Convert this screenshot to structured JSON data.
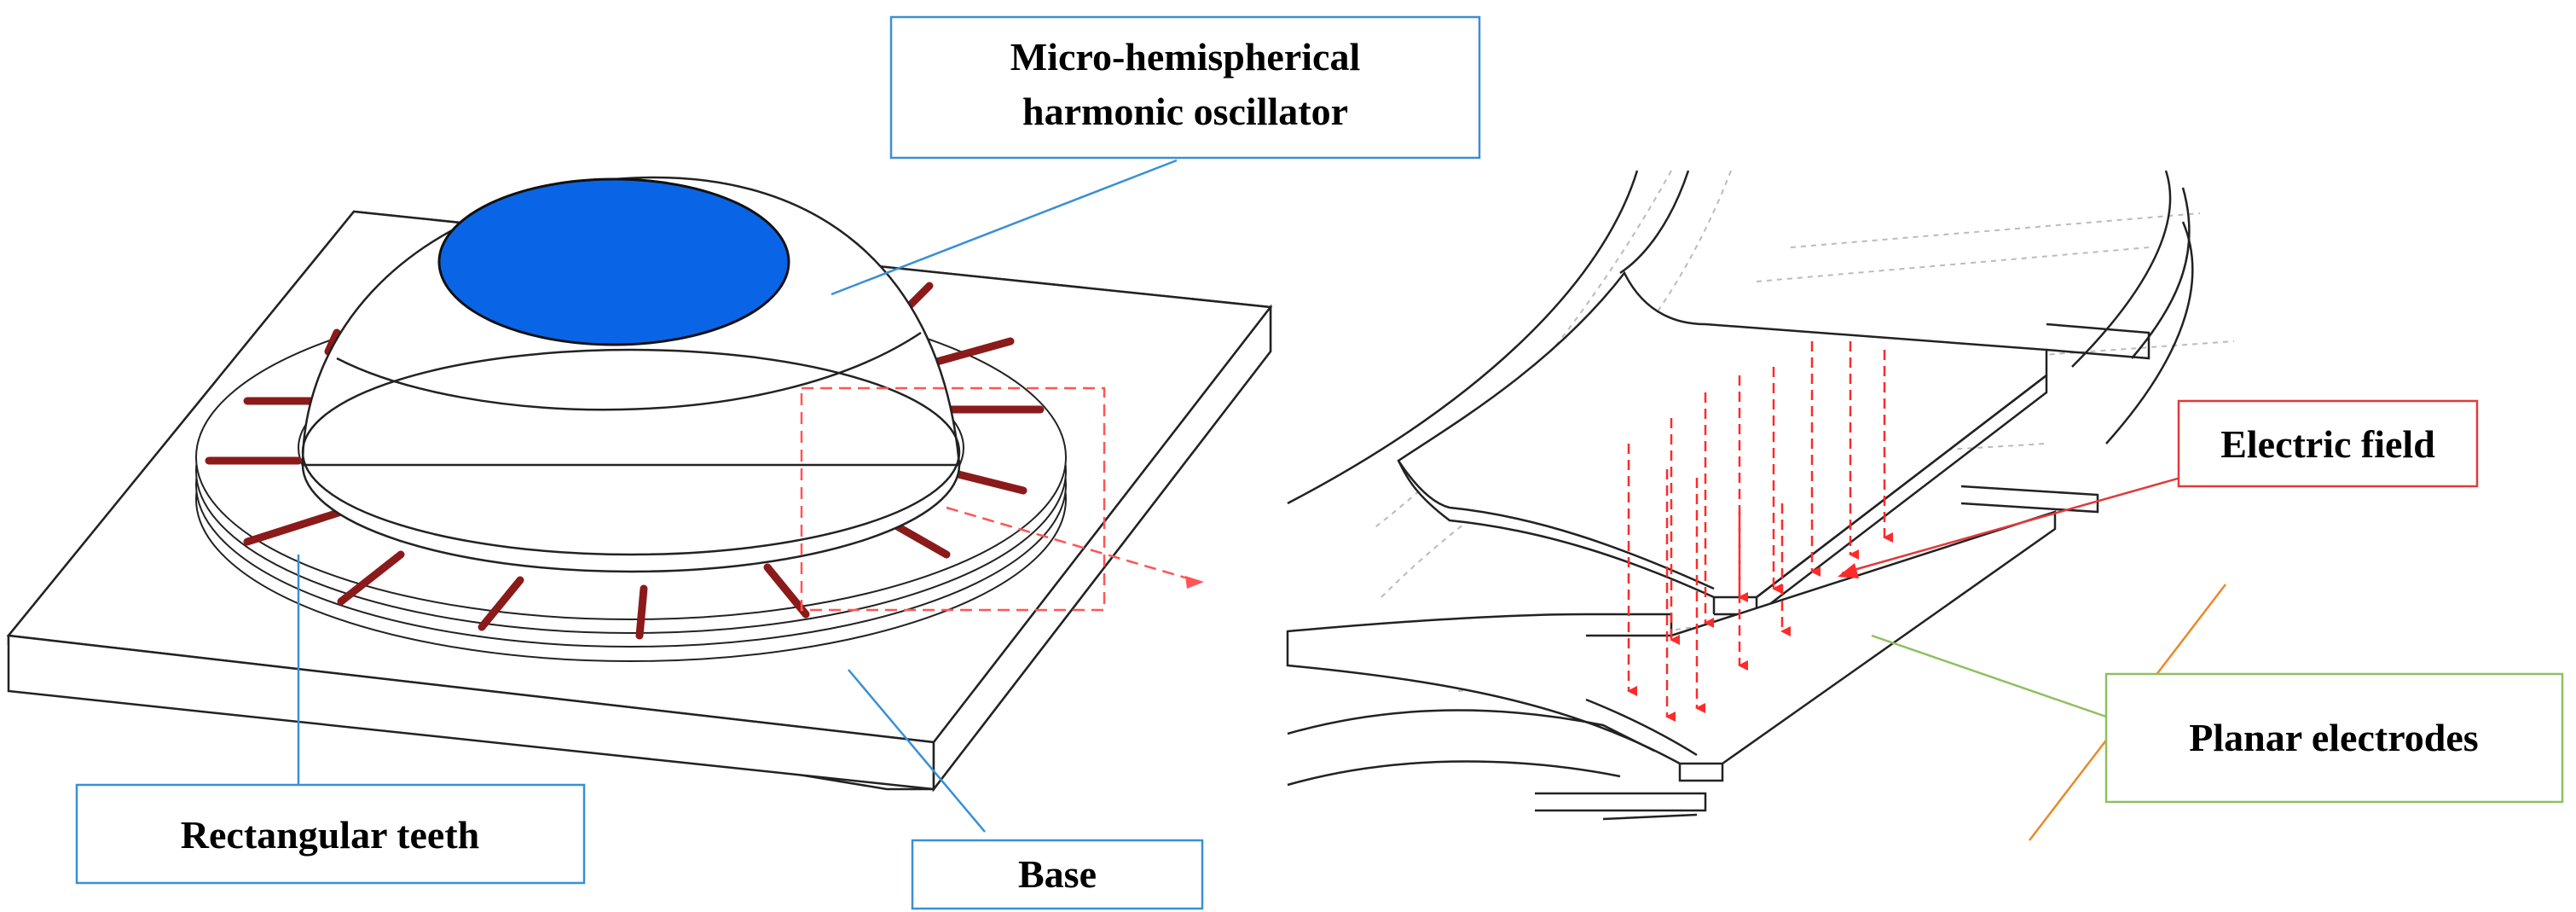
{
  "labels": {
    "oscillator_line1": "Micro-hemispherical",
    "oscillator_line2": "harmonic oscillator",
    "rectangular_teeth": "Rectangular teeth",
    "base": "Base",
    "electric_field": "Electric field",
    "planar_electrodes": "Planar electrodes"
  },
  "colors": {
    "oscillator_top_disc": "#0a64e6",
    "teeth": "#8b1a1a",
    "blue_callout": "#3a8fd6",
    "red_callout": "#e03a3a",
    "green_callout": "#8fbf60",
    "orange_line": "#e88a2a",
    "field_arrows": "#ff2a2a",
    "drawing_lines": "#222222",
    "hidden_lines": "#bbbbbb"
  }
}
